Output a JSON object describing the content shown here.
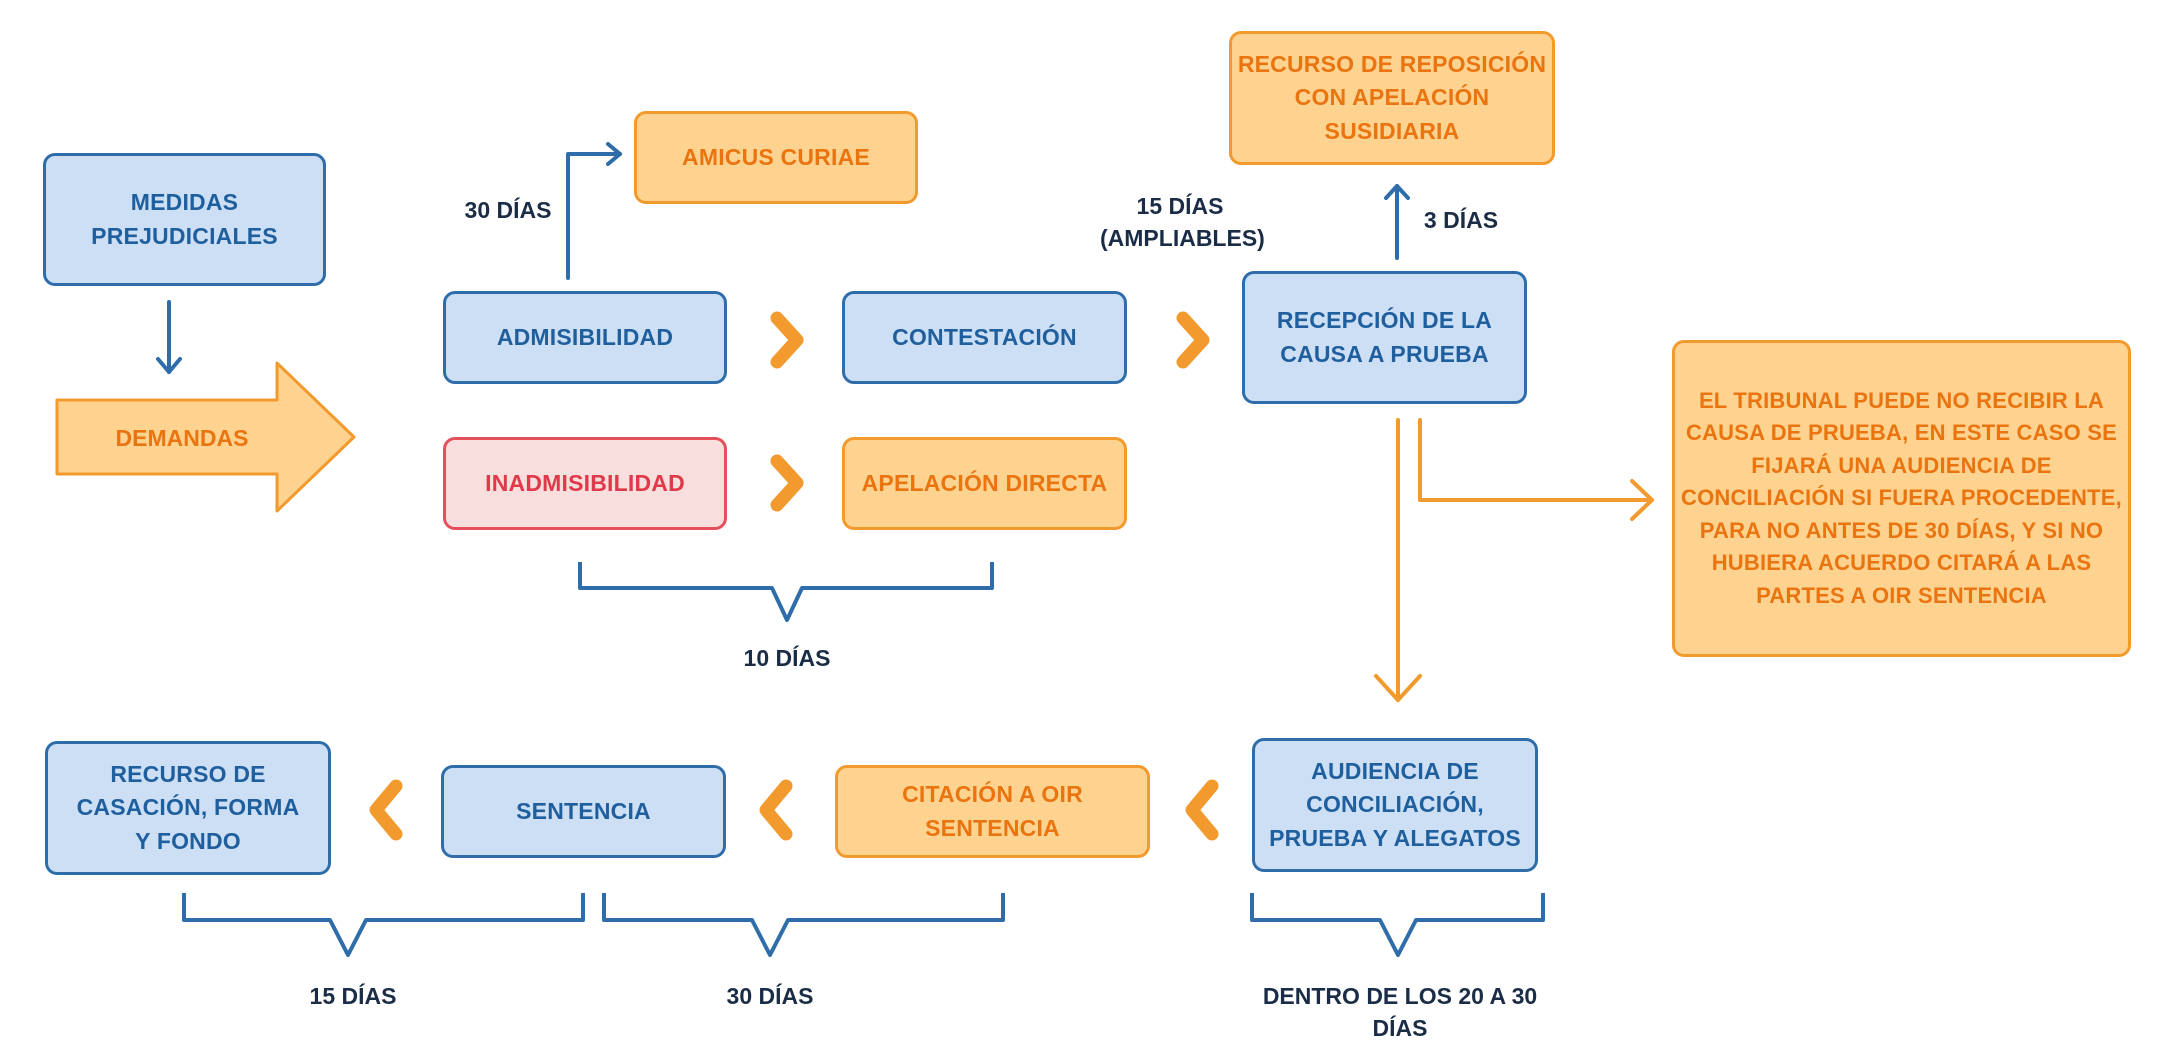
{
  "nodes": {
    "medidas_prejudiciales": "MEDIDAS\nPREJUDICIALES",
    "demandas": "DEMANDAS",
    "admisibilidad": "ADMISIBILIDAD",
    "inadmisibilidad": "INADMISIBILIDAD",
    "amicus_curiae": "AMICUS CURIAE",
    "contestacion": "CONTESTACIÓN",
    "apelacion_directa": "APELACIÓN DIRECTA",
    "recepcion_causa_prueba": "RECEPCIÓN DE LA\nCAUSA A PRUEBA",
    "recurso_reposicion": "RECURSO DE REPOSICIÓN\nCON APELACIÓN SUSIDIARIA",
    "tribunal_nota": "EL TRIBUNAL PUEDE NO RECIBIR LA\nCAUSA DE PRUEBA, EN ESTE CASO SE\nFIJARÁ UNA AUDIENCIA DE\nCONCILIACIÓN SI FUERA PROCEDENTE,\nPARA NO ANTES DE 30 DÍAS, Y SI NO\nHUBIERA ACUERDO CITARÁ A LAS\nPARTES A OIR SENTENCIA",
    "audiencia": "AUDIENCIA DE\nCONCILIACIÓN,\nPRUEBA Y ALEGATOS",
    "citacion": "CITACIÓN A OIR SENTENCIA",
    "sentencia": "SENTENCIA",
    "recurso_casacion": "RECURSO DE\nCASACIÓN, FORMA\nY FONDO"
  },
  "labels": {
    "amicus_plazo": "30 DÍAS",
    "recepcion_plazo": "15 DÍAS\n(AMPLIABLES)",
    "reposicion_plazo": "3 DÍAS",
    "contestacion_plazo": "10 DÍAS",
    "casacion_plazo": "15 DÍAS",
    "sentencia_plazo": "30 DÍAS",
    "audiencia_plazo": "DENTRO DE LOS 20 A 30 DÍAS"
  },
  "colors": {
    "blue_fill": "#cddff5",
    "blue_stroke": "#2e6da9",
    "orange_fill": "#fdd38f",
    "orange_stroke": "#f29a2e",
    "pink_fill": "#f9dede",
    "pink_stroke": "#e4505c"
  }
}
